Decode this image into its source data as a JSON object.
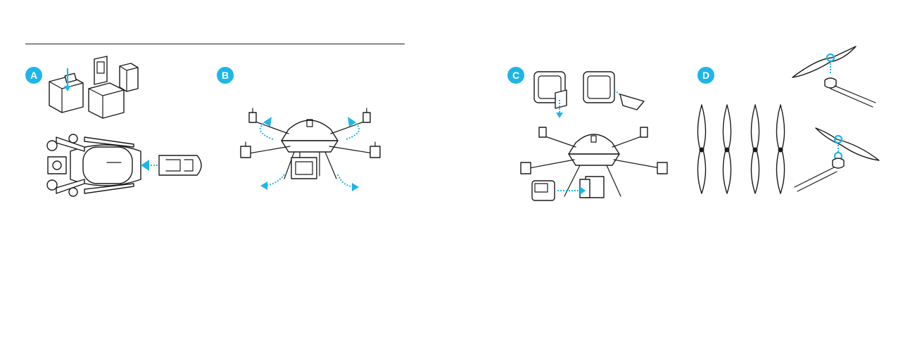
{
  "steps": {
    "a": {
      "label": "A"
    },
    "b": {
      "label": "B"
    },
    "c": {
      "label": "C"
    },
    "d": {
      "label": "D"
    }
  },
  "colors": {
    "accent": "#1eb6e8",
    "line": "#1a1a1a"
  }
}
